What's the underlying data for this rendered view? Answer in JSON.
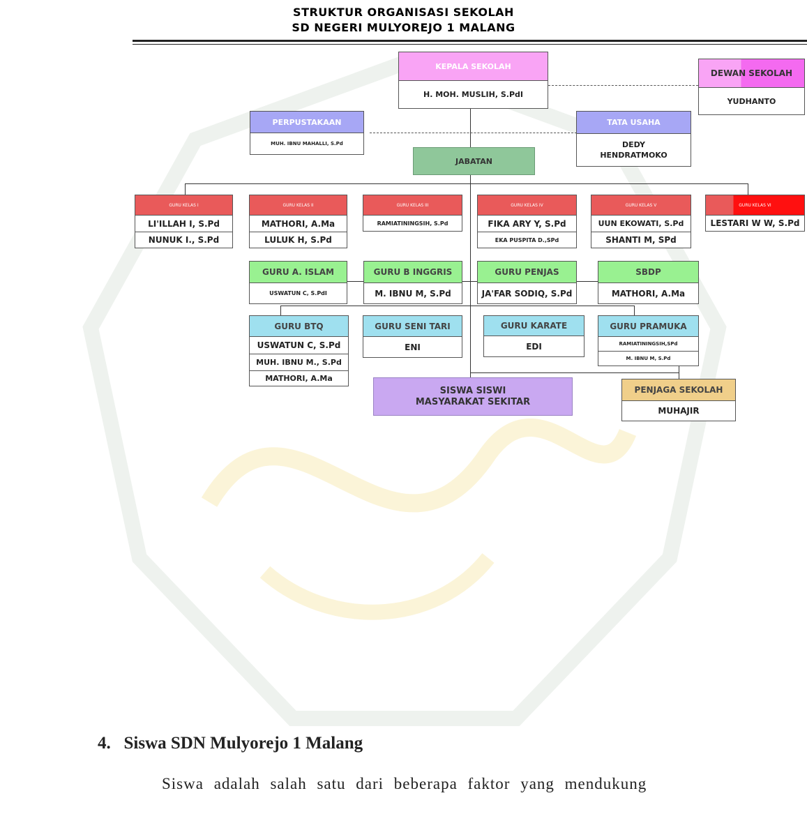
{
  "header": {
    "title_line1": "STRUKTUR ORGANISASI SEKOLAH",
    "title_line2": "SD NEGERI MULYOREJO 1 MALANG"
  },
  "leadership": {
    "kepala_title": "KEPALA SEKOLAH",
    "kepala_name": "H. MOH. MUSLIH, S.PdI",
    "dewan_title": "DEWAN SEKOLAH",
    "dewan_name": "YUDHANTO",
    "perpustakaan_title": "PERPUSTAKAAN",
    "perpustakaan_name": "MUH. IBNU MAHALLI, S.Pd",
    "tata_usaha_title": "TATA USAHA",
    "tata_usaha_name_line1": "DEDY",
    "tata_usaha_name_line2": "HENDRATMOKO",
    "jabatan": "JABATAN"
  },
  "class_teachers": [
    {
      "title": "GURU  KELAS I",
      "names": [
        "LI'ILLAH I, S.Pd",
        "NUNUK I., S.Pd"
      ]
    },
    {
      "title": "GURU  KELAS II",
      "names": [
        "MATHORI, A.Ma",
        "LULUK H, S.Pd"
      ]
    },
    {
      "title": "GURU  KELAS III",
      "names": [
        "RAMIATININGSIH,   S.Pd"
      ]
    },
    {
      "title": "GURU  KELAS IV",
      "names": [
        "FIKA ARY Y, S.Pd",
        "EKA PUSPITA D.,SPd"
      ]
    },
    {
      "title": "GURU  KELAS V",
      "names": [
        "UUN EKOWATI, S.Pd",
        "SHANTI M, SPd"
      ]
    },
    {
      "title": "GURU  KELAS VI",
      "names": [
        "LESTARI W W, S.Pd"
      ]
    }
  ],
  "subject_teachers": [
    {
      "title": "GURU A. ISLAM",
      "names": [
        "USWATUN C, S.PdI"
      ]
    },
    {
      "title": "GURU B INGGRIS",
      "names": [
        "M. IBNU M, S.Pd"
      ]
    },
    {
      "title": "GURU PENJAS",
      "names": [
        "JA'FAR SODIQ, S.Pd"
      ]
    },
    {
      "title": "SBDP",
      "names": [
        "MATHORI, A.Ma"
      ]
    }
  ],
  "extra_teachers": [
    {
      "title": "GURU BTQ",
      "names": [
        "USWATUN C, S.Pd",
        "MUH. IBNU M., S.Pd",
        "MATHORI,  A.Ma"
      ]
    },
    {
      "title": "GURU SENI TARI",
      "names": [
        "ENI"
      ]
    },
    {
      "title": "GURU KARATE",
      "names": [
        "EDI"
      ]
    },
    {
      "title": "GURU PRAMUKA",
      "names": [
        "RAMIATININGSIH,SPd",
        "M. IBNU M, S.Pd"
      ]
    }
  ],
  "bottom": {
    "siswa_line1": "SISWA SISWI",
    "siswa_line2": "MASYARAKAT SEKITAR",
    "penjaga_title": "PENJAGA SEKOLAH",
    "penjaga_name": "MUHAJIR"
  },
  "section": {
    "heading": "4.   Siswa SDN Mulyorejo 1 Malang",
    "paragraph": "Siswa adalah salah satu dari beberapa faktor yang mendukung"
  },
  "colors": {
    "pink": "#f9a4f5",
    "red": "#e95a5a",
    "bright_red": "#ff1010",
    "green": "#99f191",
    "cyan": "#9fe0ef",
    "lavender": "#a7a7f5",
    "jabatan_green": "#8fc79a",
    "purple": "#c9a8f1",
    "tan": "#f0cf8a"
  }
}
